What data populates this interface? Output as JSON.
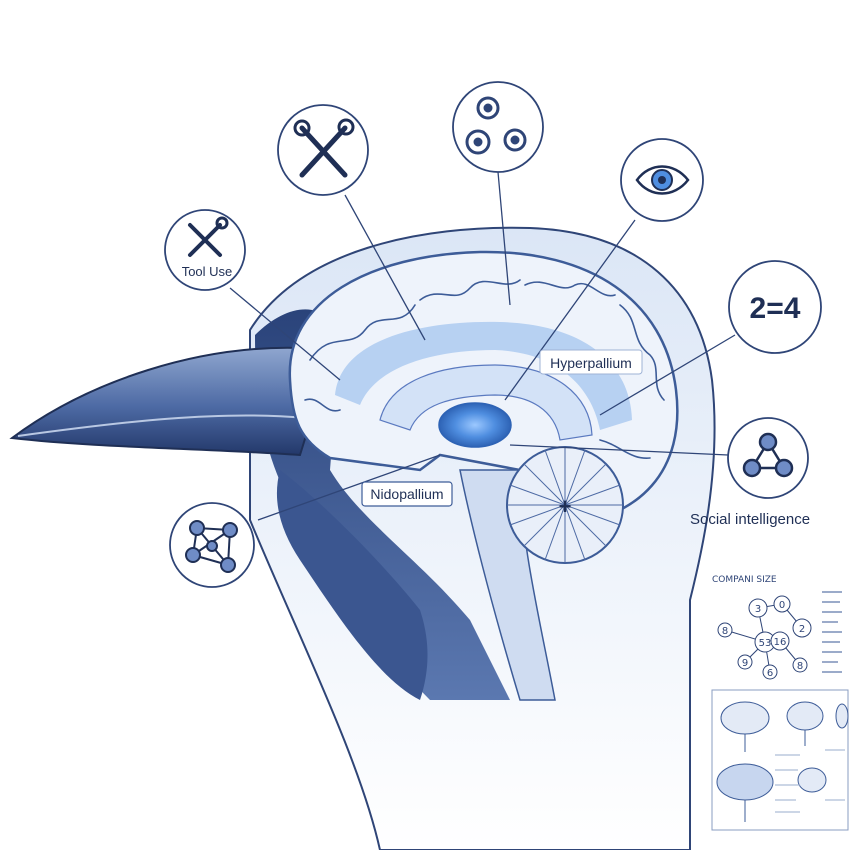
{
  "labels": {
    "tool_use": "Tool Use",
    "hyperpallium": "Hyperpallium",
    "nidopallium": "Nidopallium",
    "social_intelligence": "Social intelligence",
    "equation": "2=4",
    "cerebellum_mark": "+"
  },
  "inset": {
    "title": "COMPANI SIZE",
    "node_numbers": [
      "3",
      "0",
      "2",
      "8",
      "53",
      "16",
      "9",
      "8",
      "6"
    ]
  },
  "icons": [
    "wrench-screwdriver-icon",
    "tools-icon",
    "gears-icon",
    "eye-icon",
    "equation-badge",
    "network-icon",
    "molecule-network-icon"
  ],
  "colors": {
    "navy": "#1f2f55",
    "brain_blue": "#3d5c98",
    "highlight": "#4f8ee0",
    "pale": "#dbe6f6"
  }
}
